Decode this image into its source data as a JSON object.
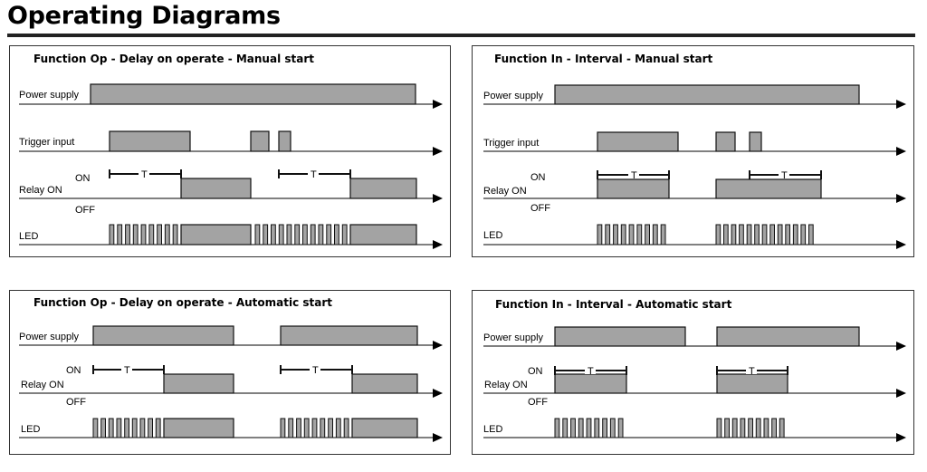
{
  "page_title": "Operating Diagrams",
  "colors": {
    "block_fill": "#a3a3a3",
    "block_stroke": "#111111",
    "line": "#000000"
  },
  "diagrams": [
    {
      "title": "Function Op - Delay on operate - Manual start",
      "rows": {
        "power": {
          "label": "Power supply"
        },
        "trigger": {
          "label": "Trigger input"
        },
        "relay": {
          "label": "Relay ON",
          "on_label": "ON",
          "off_label": "OFF",
          "t_label": "T"
        },
        "led": {
          "label": "LED"
        }
      }
    },
    {
      "title": "Function In - Interval - Manual start",
      "rows": {
        "power": {
          "label": "Power supply"
        },
        "trigger": {
          "label": "Trigger input"
        },
        "relay": {
          "label": "Relay ON",
          "on_label": "ON",
          "off_label": "OFF",
          "t_label": "T"
        },
        "led": {
          "label": "LED"
        }
      }
    },
    {
      "title": "Function Op - Delay on operate - Automatic start",
      "rows": {
        "power": {
          "label": "Power supply"
        },
        "relay": {
          "label": "Relay ON",
          "on_label": "ON",
          "off_label": "OFF",
          "t_label": "T"
        },
        "led": {
          "label": "LED"
        }
      }
    },
    {
      "title": "Function In - Interval - Automatic start",
      "rows": {
        "power": {
          "label": "Power supply"
        },
        "relay": {
          "label": "Relay ON",
          "on_label": "ON",
          "off_label": "OFF",
          "t_label": "T"
        },
        "led": {
          "label": "LED"
        }
      }
    }
  ]
}
